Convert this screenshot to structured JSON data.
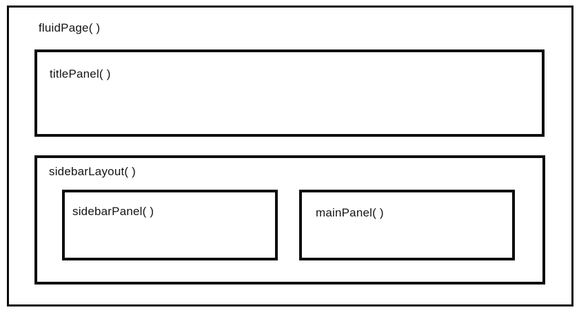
{
  "diagram": {
    "description": "Nested layout diagram of Shiny UI page structure",
    "colors": {
      "border": "#0b0b0b",
      "background": "#ffffff",
      "text": "#141414"
    },
    "boxes": {
      "fluid_page": {
        "label": "fluidPage( )"
      },
      "title_panel": {
        "label": "titlePanel( )"
      },
      "sidebar_layout": {
        "label": "sidebarLayout( )"
      },
      "sidebar_panel": {
        "label": "sidebarPanel( )"
      },
      "main_panel": {
        "label": "mainPanel( )"
      }
    }
  }
}
